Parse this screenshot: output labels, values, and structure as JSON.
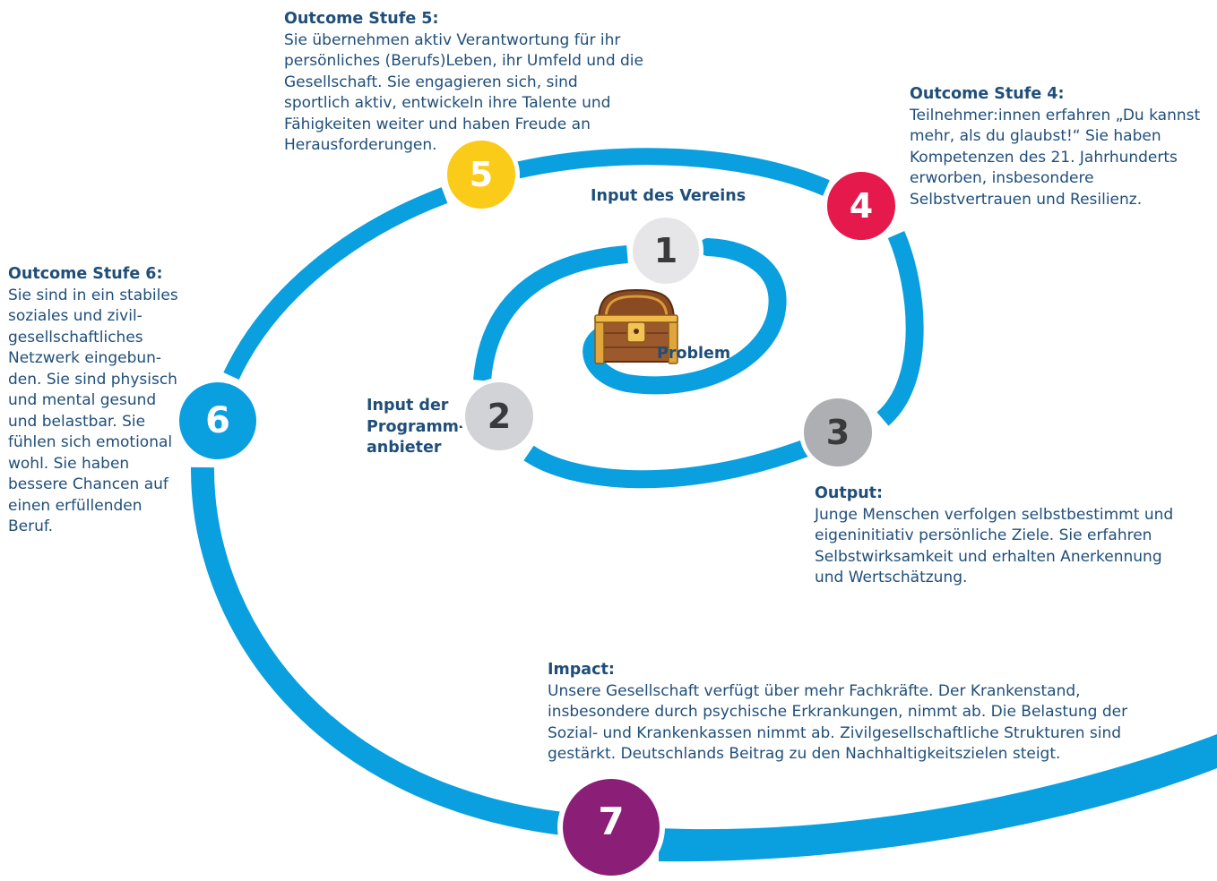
{
  "colors": {
    "spiral": "#0a9fdf",
    "text": "#1f4e79",
    "step1": "#e6e6e8",
    "step2": "#d2d3d6",
    "step3": "#aeafb2",
    "step4": "#e5194b",
    "step5": "#fbcb19",
    "step6": "#0a9fdf",
    "step7": "#8b1f77"
  },
  "center": {
    "icon": "treasure-chest-icon",
    "label": "Problem"
  },
  "steps": [
    {
      "number": "1",
      "label": "Input des Vereins"
    },
    {
      "number": "2",
      "label": "Input der\nProgramm-\nanbieter"
    },
    {
      "number": "3",
      "heading": "Output:",
      "text": "Junge Menschen verfolgen selbstbestimmt und\neigeninitiativ persönliche Ziele. Sie erfahren\nSelbstwirksamkeit und erhalten Anerkennung\nund Wertschätzung."
    },
    {
      "number": "4",
      "heading": "Outcome Stufe 4:",
      "text": "Teilnehmer:innen erfahren „Du kannst\nmehr, als du glaubst!“ Sie haben\nKompetenzen des 21. Jahrhunderts\nerworben, insbesondere\nSelbstvertrauen und Resilienz."
    },
    {
      "number": "5",
      "heading": "Outcome Stufe 5:",
      "text": "Sie übernehmen aktiv Verantwortung für ihr\npersönliches (Berufs)Leben, ihr Umfeld und die\nGesellschaft. Sie engagieren sich, sind\nsportlich aktiv, entwickeln ihre Talente und\nFähigkeiten weiter und haben Freude an\nHerausforderungen."
    },
    {
      "number": "6",
      "heading": "Outcome Stufe 6:",
      "text": "Sie sind in ein stabiles\nsoziales und zivil-\ngesellschaftliches\nNetzwerk eingebun-\nden. Sie sind physisch\nund mental gesund\nund belastbar. Sie\nfühlen sich emotional\nwohl. Sie haben\nbessere Chancen auf\neinen erfüllenden\nBeruf."
    },
    {
      "number": "7",
      "heading": "Impact:",
      "text": "Unsere Gesellschaft verfügt über mehr Fachkräfte. Der Krankenstand,\ninsbesondere durch psychische Erkrankungen, nimmt ab. Die Belastung der\nSozial- und Krankenkassen nimmt ab. Zivilgesellschaftliche Strukturen sind\ngestärkt. Deutschlands Beitrag zu den Nachhaltigkeitszielen steigt."
    }
  ]
}
